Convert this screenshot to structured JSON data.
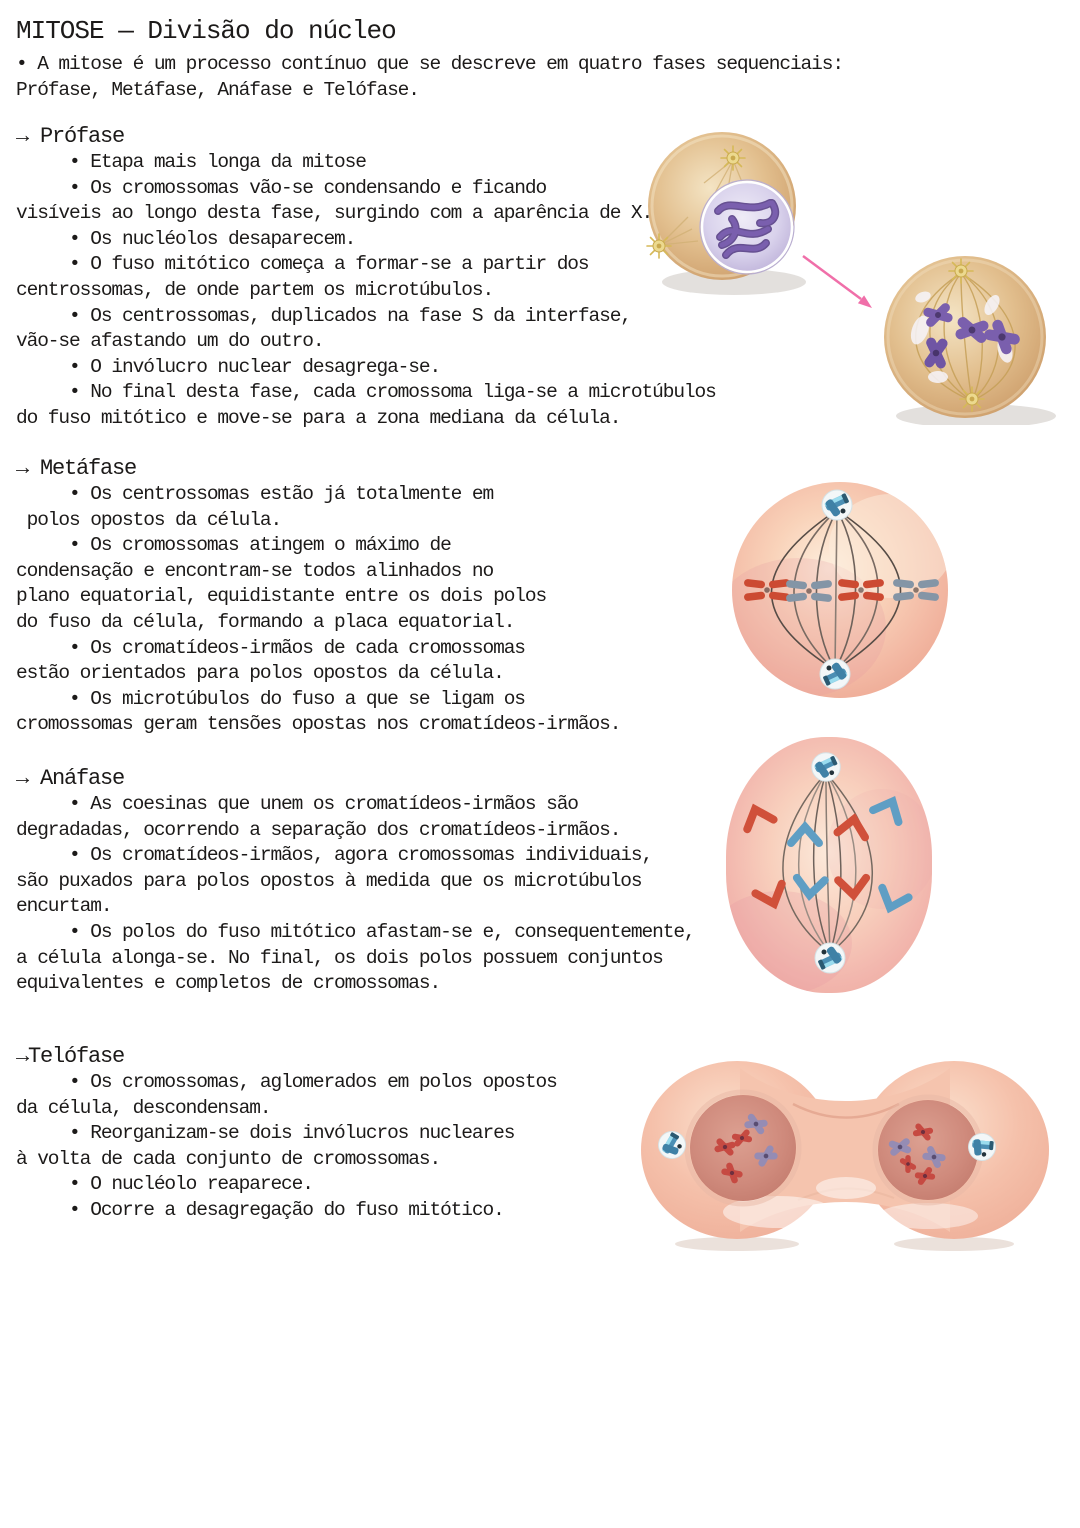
{
  "page": {
    "background": "#ffffff",
    "text_color": "#1c1a19"
  },
  "header": {
    "title": "MITOSE — Divisão do núcleo",
    "intro_lines": [
      {
        "text": "• A mitose é um processo contínuo que se descreve em quatro fases sequenciais:"
      },
      {
        "text": "Prófase, Metáfase, Anáfase e Telófase."
      }
    ]
  },
  "sections": [
    {
      "id": "profase",
      "heading": "→ Prófase",
      "lines": [
        {
          "text": "     • Etapa mais longa da mitose"
        },
        {
          "text": "     • Os cromossomas vão-se condensando e ficando"
        },
        {
          "text": "visíveis ao longo desta fase, surgindo com a aparência de X."
        },
        {
          "text": "     • Os nucléolos desaparecem."
        },
        {
          "text": "     • O fuso mitótico começa a formar-se a partir dos"
        },
        {
          "text": "centrossomas, de onde partem os microtúbulos."
        },
        {
          "text": "     • Os centrossomas, duplicados na fase S da interfase,"
        },
        {
          "text": "vão-se afastando um do outro."
        },
        {
          "text": "     • O invólucro nuclear desagrega-se."
        },
        {
          "text": "     • No final desta fase, cada cromossoma liga-se a microtúbulos"
        },
        {
          "text": "do fuso mitótico e move-se para a zona mediana da célula."
        }
      ]
    },
    {
      "id": "metafase",
      "heading": "→ Metáfase",
      "lines": [
        {
          "text": "     • Os centrossomas estão já totalmente em"
        },
        {
          "text": " polos opostos da célula."
        },
        {
          "text": "     • Os cromossomas atingem o máximo de"
        },
        {
          "text": "condensação e encontram-se todos alinhados no"
        },
        {
          "text": "plano equatorial, equidistante entre os dois polos"
        },
        {
          "text": "do fuso da célula, formando a placa equatorial."
        },
        {
          "text": "     • Os cromatídeos-irmãos de cada cromossomas"
        },
        {
          "text": "estão orientados para polos opostos da célula."
        },
        {
          "text": "     • Os microtúbulos do fuso a que se ligam os"
        },
        {
          "text": "cromossomas geram tensões opostas nos cromatídeos-irmãos."
        }
      ]
    },
    {
      "id": "anafase",
      "heading": "→ Anáfase",
      "lines": [
        {
          "text": "     • As coesinas que unem os cromatídeos-irmãos são"
        },
        {
          "text": "degradadas, ocorrendo a separação dos cromatídeos-irmãos."
        },
        {
          "text": "     • Os cromatídeos-irmãos, agora cromossomas individuais,"
        },
        {
          "text": "são puxados para polos opostos à medida que os microtúbulos"
        },
        {
          "text": "encurtam."
        },
        {
          "text": "     • Os polos do fuso mitótico afastam-se e, consequentemente,"
        },
        {
          "text": "a célula alonga-se. No final, os dois polos possuem conjuntos"
        },
        {
          "text": "equivalentes e completos de cromossomas."
        }
      ]
    },
    {
      "id": "telofase",
      "heading": "→Telófase",
      "lines": [
        {
          "text": "     • Os cromossomas, aglomerados em polos opostos"
        },
        {
          "text": "da célula, descondensam."
        },
        {
          "text": "     • Reorganizam-se dois invólucros nucleares"
        },
        {
          "text": "à volta de cada conjunto de cromossomas."
        },
        {
          "text": "     • O nucléolo reaparece."
        },
        {
          "text": "     • Ocorre a desagregação do fuso mitótico."
        }
      ]
    }
  ],
  "figures": {
    "prophase_pair": {
      "name": "prophase-cells-illustration",
      "colors": {
        "cytoplasm": "#e2bf8e",
        "nucleus": "#d9d2ec",
        "chromosomes": "#6b4d9c",
        "aster": "#e3c96e",
        "arrow": "#f06fa9"
      }
    },
    "metaphase": {
      "name": "metaphase-cell-illustration",
      "colors": {
        "cytoplasm": "#f6c4ad",
        "spindle": "#6e625b",
        "chromosome_red": "#cc4a32",
        "chromosome_gray": "#8495a6",
        "centriole_blue": "#4b8fb4"
      }
    },
    "anaphase": {
      "name": "anaphase-cell-illustration",
      "colors": {
        "cytoplasm": "#f6c3b4",
        "spindle": "#6e625b",
        "chromosome_red": "#d0503a",
        "chromosome_blue": "#5f9ec4",
        "centriole_blue": "#4b8fb4"
      }
    },
    "telophase": {
      "name": "telophase-cells-illustration",
      "colors": {
        "cytoplasm": "#f5c4ae",
        "nucleus": "#cf8a7c",
        "chromosome_red": "#c64a42",
        "chromosome_purple": "#958cb4",
        "centriole_blue": "#4b8fb4"
      }
    }
  }
}
